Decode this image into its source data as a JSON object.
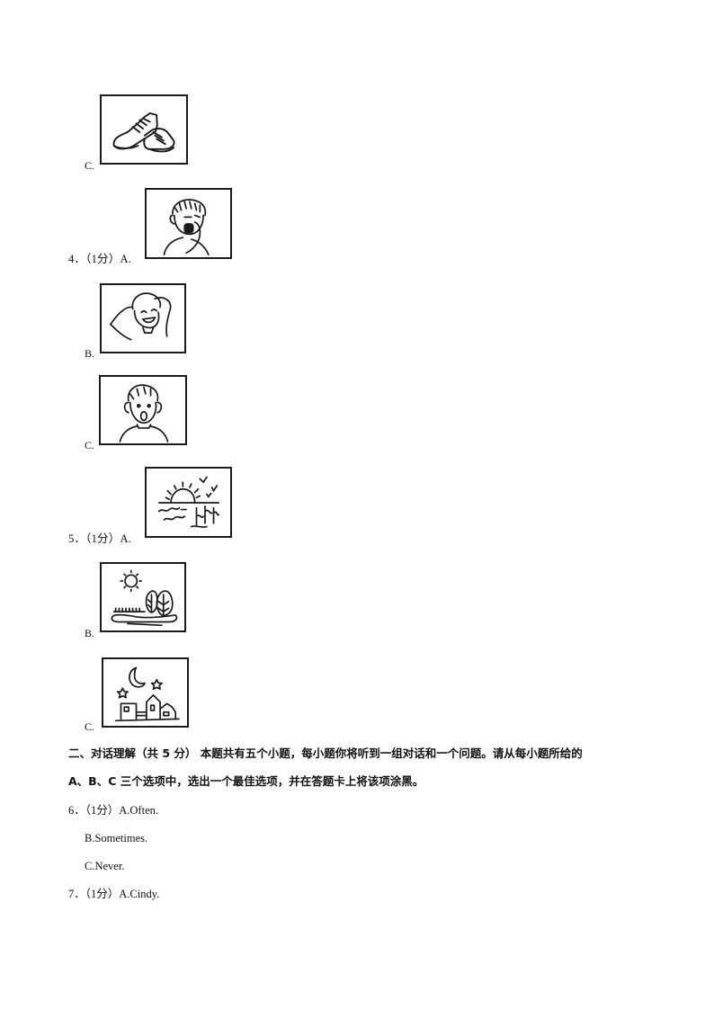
{
  "q3": {
    "option_c": {
      "label": "C.",
      "image": "sneakers-picture"
    }
  },
  "q4": {
    "number": "4．（1分）A.",
    "option_a": {
      "image": "yawning-boy-picture"
    },
    "option_b": {
      "label": "B.",
      "image": "relaxed-boy-hands-behind-head-picture"
    },
    "option_c": {
      "label": "C.",
      "image": "surprised-boy-picture"
    }
  },
  "q5": {
    "number": "5．（1分）A.",
    "option_a": {
      "image": "sunrise-over-water-picture"
    },
    "option_b": {
      "label": "B.",
      "image": "sun-trees-daytime-picture"
    },
    "option_c": {
      "label": "C.",
      "image": "moon-stars-night-houses-picture"
    }
  },
  "section2": {
    "line1": "二、对话理解（共 5 分） 本题共有五个小题，每小题你将听到一组对话和一个问题。请从每小题所给的",
    "line2": "A、B、C 三个选项中，选出一个最佳选项，并在答题卡上将该项涂黑。"
  },
  "q6": {
    "number": "6．（1分）A.Often.",
    "option_b": "B.Sometimes.",
    "option_c": "C.Never."
  },
  "q7": {
    "number": "7．（1分）A.Cindy."
  }
}
